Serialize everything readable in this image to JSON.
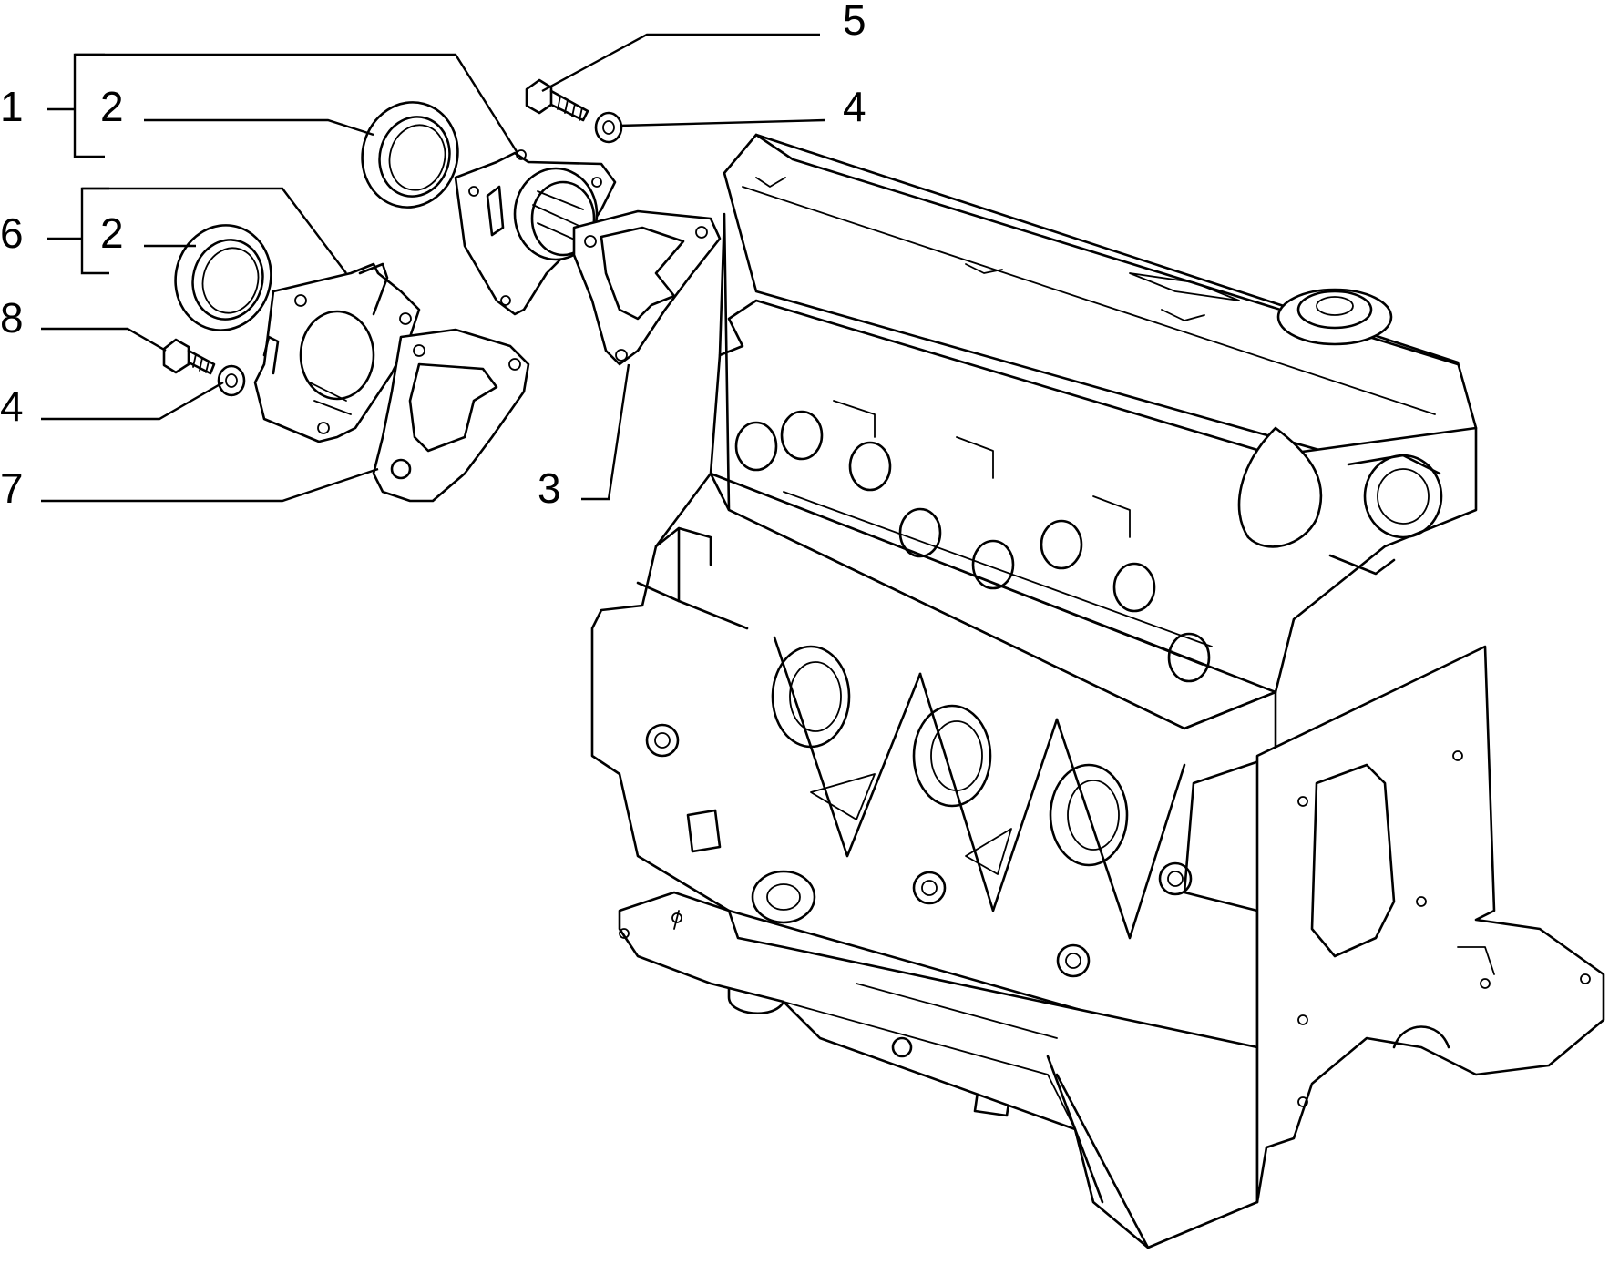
{
  "callouts": [
    {
      "id": "c1",
      "text": "1"
    },
    {
      "id": "c2a",
      "text": "2"
    },
    {
      "id": "c5",
      "text": "5"
    },
    {
      "id": "c4a",
      "text": "4"
    },
    {
      "id": "c6",
      "text": "6"
    },
    {
      "id": "c2b",
      "text": "2"
    },
    {
      "id": "c8",
      "text": "8"
    },
    {
      "id": "c4b",
      "text": "4"
    },
    {
      "id": "c7",
      "text": "7"
    },
    {
      "id": "c3",
      "text": "3"
    }
  ]
}
